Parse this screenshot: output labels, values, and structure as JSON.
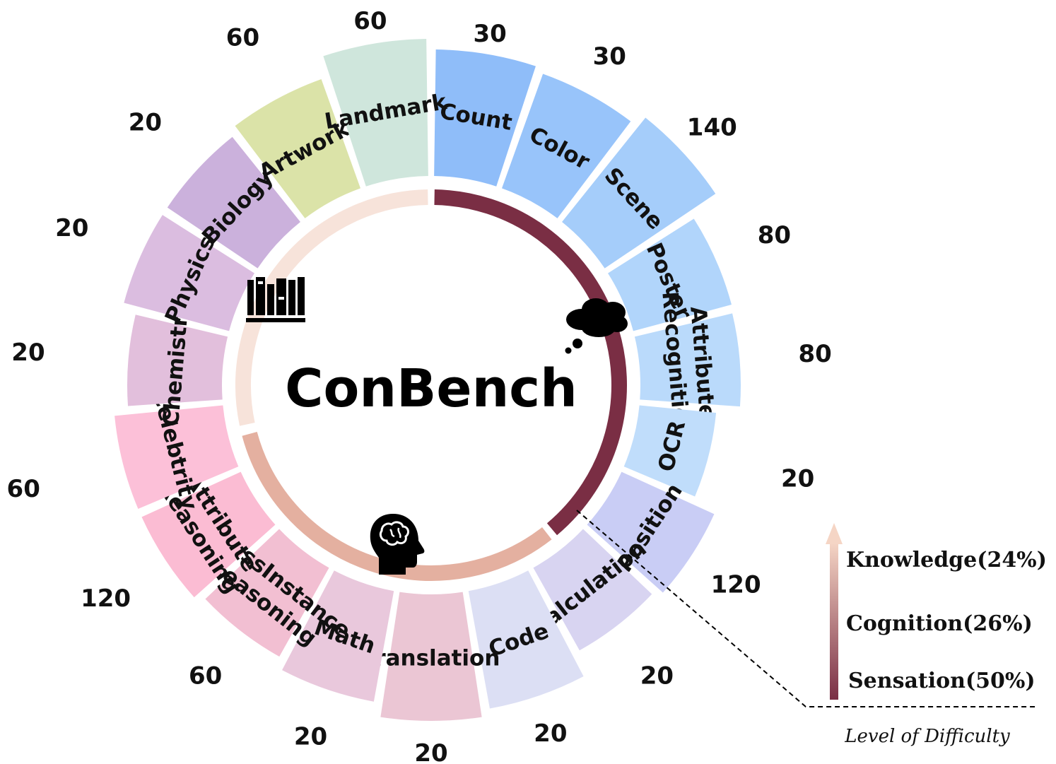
{
  "title": "ConBench",
  "segments": [
    {
      "label": "Count",
      "count": "30",
      "color": "#8fbdf9"
    },
    {
      "label": "Color",
      "count": "30",
      "color": "#98c4fa"
    },
    {
      "label": "Scene",
      "count": "140",
      "color": "#a5cdfa"
    },
    {
      "label": "Poster",
      "count": "80",
      "color": "#b1d5fb"
    },
    {
      "label": "Attribute\nRecognition",
      "count": "80",
      "color": "#badafb"
    },
    {
      "label": "OCR",
      "count": "20",
      "color": "#c0ddfb"
    },
    {
      "label": "Position",
      "count": "120",
      "color": "#c9cdf5"
    },
    {
      "label": "Calculation",
      "count": "20",
      "color": "#d8d4f1"
    },
    {
      "label": "Code",
      "count": "20",
      "color": "#dcdff4"
    },
    {
      "label": "Translation",
      "count": "20",
      "color": "#ebc6d4"
    },
    {
      "label": "Math",
      "count": "20",
      "color": "#e9c8dc"
    },
    {
      "label": "CrossInstance\nReasoning",
      "count": "60",
      "color": "#f2bfd2"
    },
    {
      "label": "Attribute\nReasoning",
      "count": "120",
      "color": "#fbbcd3"
    },
    {
      "label": "Celebtrity",
      "count": "60",
      "color": "#fcc0d8"
    },
    {
      "label": "Chemistry",
      "count": "20",
      "color": "#e2bfdc"
    },
    {
      "label": "Physics",
      "count": "20",
      "color": "#dbbde0"
    },
    {
      "label": "Biology",
      "count": "20",
      "color": "#cbb1dc"
    },
    {
      "label": "Artwork",
      "count": "60",
      "color": "#dbe3a8"
    },
    {
      "label": "Landmark",
      "count": "60",
      "color": "#cfe6dc"
    }
  ],
  "inner_ring": {
    "sensation_color": "#7a2e44",
    "cognition_color": "#e4b0a0",
    "knowledge_color": "#f7e3da"
  },
  "icons": [
    "books-icon",
    "thought-cloud-icon",
    "brain-head-icon"
  ],
  "legend": {
    "items": [
      "Knowledge(24%)",
      "Cognition(26%)",
      "Sensation(50%)"
    ],
    "caption": "Level of Difficulty",
    "gradient_top": "#f5d5c5",
    "gradient_bottom": "#7a2e44"
  }
}
